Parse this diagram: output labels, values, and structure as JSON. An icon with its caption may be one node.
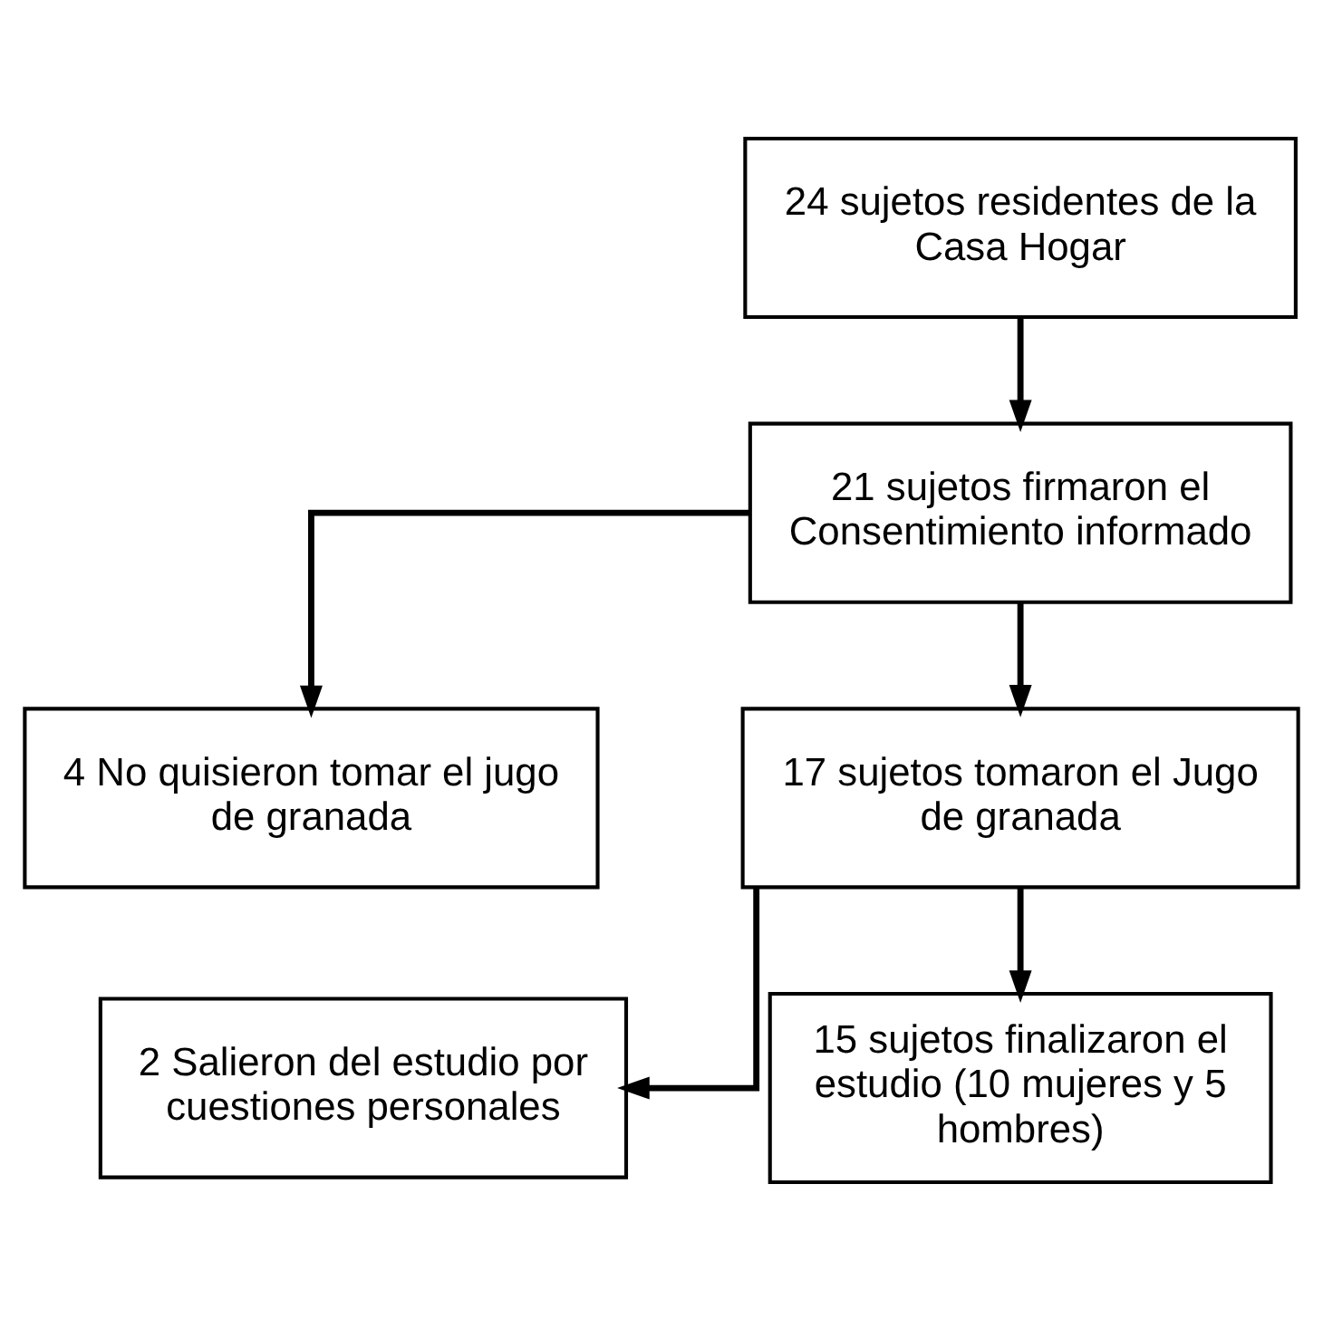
{
  "diagram": {
    "nodes": [
      {
        "text": [
          "24 sujetos residentes de la Casa Hogar"
        ]
      },
      {
        "text": [
          "21 sujetos firmaron el Consentimiento informado"
        ]
      },
      {
        "text": [
          "4 No quisieron tomar el jugo de granada"
        ]
      },
      {
        "text": [
          "17 sujetos tomaron el Jugo de granada"
        ]
      },
      {
        "text": [
          "2 Salieron del estudio por cuestiones personales"
        ]
      },
      {
        "text": [
          "15 sujetos finalizaron el estudio (10 mujeres y 5 hombres)"
        ]
      }
    ],
    "edges": [
      {
        "from": 0,
        "to": 1,
        "arrow": "to"
      },
      {
        "from": 1,
        "to": 3,
        "arrow": "to"
      },
      {
        "from": 1,
        "to": 2,
        "arrow": "to"
      },
      {
        "from": 3,
        "to": 5,
        "arrow": "to"
      },
      {
        "from": 3,
        "to": 4,
        "arrow": "to"
      }
    ]
  }
}
